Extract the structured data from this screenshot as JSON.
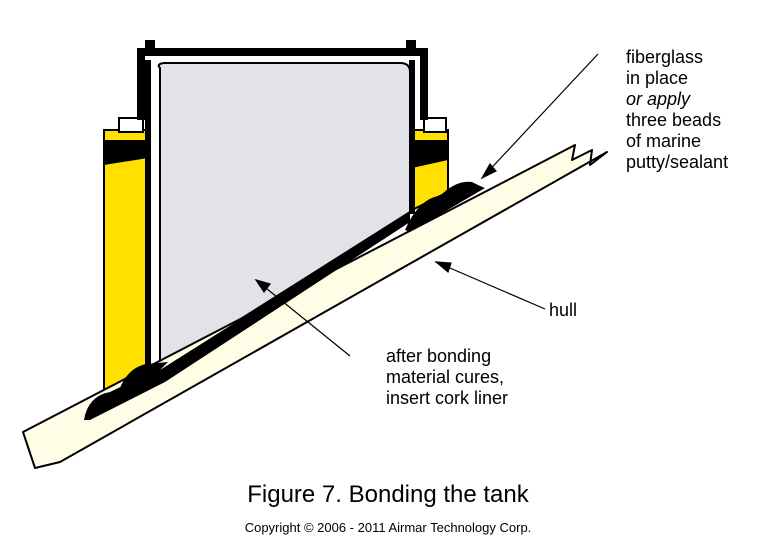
{
  "labels": {
    "fiberglass": [
      "fiberglass",
      "in place",
      "or apply",
      "three beads",
      "of marine",
      "putty/sealant"
    ],
    "hull": "hull",
    "cork": [
      "after bonding",
      "material cures,",
      "insert cork liner"
    ]
  },
  "caption": "Figure 7. Bonding the tank",
  "copyright": "Copyright © 2006 - 2011 Airmar Technology Corp.",
  "colors": {
    "tank_yellow": "#FFE000",
    "cork_liner": "#E2E2E8",
    "hull_fill": "#FFFDE6",
    "outline": "#000000"
  }
}
